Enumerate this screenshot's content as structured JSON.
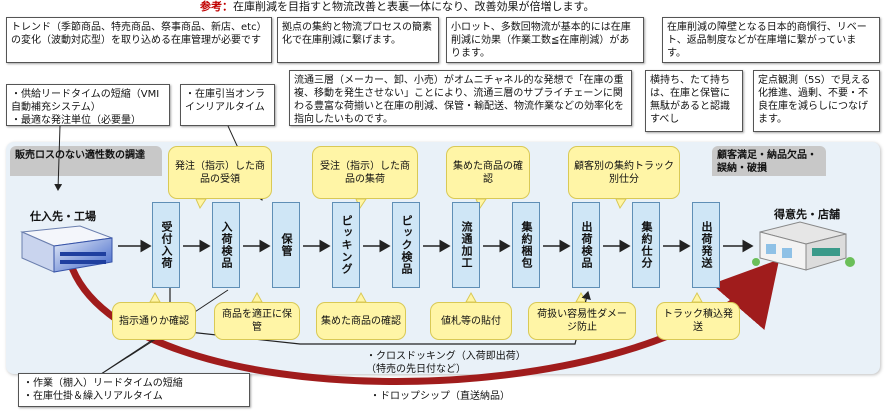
{
  "note": {
    "label": "参考：",
    "text": "在庫削減を目指すと物流改善と表裏一体になり、改善効果が倍増します。"
  },
  "top_boxes": [
    "トレンド（季節商品、特売商品、祭事商品、新店、etc）の変化（波動対応型）を取り込める在庫管理が必要です",
    "拠点の集約と物流プロセスの簡素化で在庫削減に繋げます。",
    "小ロット、多数回物流が基本的には在庫削減に効果（作業工数≦在庫削減）があります。",
    "在庫削減の障壁となる日本的商慣行、リベート、返品制度などが在庫増に繋がっています。"
  ],
  "mid_boxes": {
    "lead_time": "・供給リードタイムの短縮（VMI自動補充システム）\n・最適な発注単位（必要量）",
    "realtime": "・在庫引当オンラインリアルタイム",
    "three_layer": "流通三層（メーカー、卸、小売）がオムニチャネル的な発想で「在庫の重複、移動を発生させない」ことにより、流通三層のサプライチェーンに関わる豊富な荷揃いと在庫の削減、保管・輸配送、物流作業などの効率化を指向したいものです。",
    "sideways": "横持ち、たて持ちは、在庫と保管に無駄があると認識すべし",
    "fixed_point": "定点観測（5S）で見える化推進、過剰、不要・不良在庫を減らしにつなげます。"
  },
  "band": {
    "left_tag": "販売ロスのない適性数の調達",
    "right_tag": "顧客満足・納品欠品・誤納・破損",
    "supplier": "仕入先・工場",
    "customer": "得意先・店舗"
  },
  "steps": [
    "受付入荷",
    "入荷検品",
    "保管",
    "ピッキング",
    "ピック検品",
    "流通加工",
    "集約梱包",
    "出荷検品",
    "集約仕分",
    "出荷発送"
  ],
  "top_bubbles": [
    "発注（指示）した商品の受領",
    "受注（指示）した商品の集荷",
    "集めた商品の確認",
    "顧客別の集約トラック別仕分"
  ],
  "bottom_bubbles": [
    "指示通りか確認",
    "商品を適正に保管",
    "集めた商品の確認",
    "値札等の貼付",
    "荷扱い容易性ダメージ防止",
    "トラック積込発送"
  ],
  "lower_labels": {
    "cross_docking": "・クロスドッキング（入荷即出荷）\n（特売の先日付など）",
    "work_lead": "・作業（棚入）リードタイムの短縮\n・在庫仕掛＆繰入リアルタイム",
    "drop_ship": "・ドロップシップ（直送納品）"
  },
  "colors": {
    "step_fill": "#cfe6f6",
    "bubble_fill": "#fff5a6",
    "arc": "#a01c1c",
    "band": "#e9f1f8"
  }
}
